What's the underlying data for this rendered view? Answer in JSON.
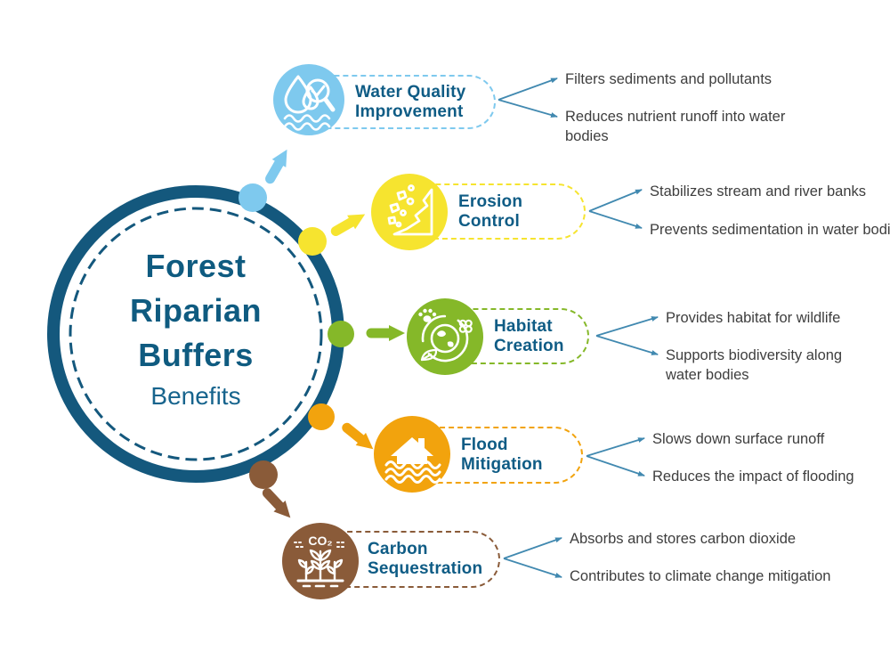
{
  "title": {
    "line1": "Forest",
    "line2": "Riparian",
    "line3": "Buffers",
    "subtitle": "Benefits"
  },
  "benefits": [
    {
      "name": "Water Quality Improvement",
      "label_line1": "Water Quality",
      "label_line2": "Improvement",
      "color": "#7EC9EE",
      "icon": "water-quality-icon",
      "points": [
        "Filters sediments and pollutants",
        "Reduces nutrient runoff into water bodies"
      ]
    },
    {
      "name": "Erosion Control",
      "label_line1": "Erosion",
      "label_line2": "Control",
      "color": "#F6E42F",
      "icon": "erosion-control-icon",
      "points": [
        "Stabilizes stream and river banks",
        "Prevents sedimentation in water bodies"
      ]
    },
    {
      "name": "Habitat Creation",
      "label_line1": "Habitat",
      "label_line2": "Creation",
      "color": "#85B829",
      "icon": "habitat-creation-icon",
      "points": [
        "Provides habitat for wildlife",
        "Supports biodiversity along water bodies"
      ]
    },
    {
      "name": "Flood Mitigation",
      "label_line1": "Flood",
      "label_line2": "Mitigation",
      "color": "#F2A30D",
      "icon": "flood-mitigation-icon",
      "points": [
        "Slows down surface runoff",
        "Reduces the impact of flooding"
      ]
    },
    {
      "name": "Carbon Sequestration",
      "label_line1": "Carbon",
      "label_line2": "Sequestration",
      "color": "#8A5B39",
      "icon": "carbon-sequestration-icon",
      "icon_text": "CO₂",
      "points": [
        "Absorbs and stores carbon dioxide",
        "Contributes to climate change mitigation"
      ]
    }
  ],
  "colors": {
    "ring": "#14587D",
    "title_text": "#0F5B80",
    "label_text": "#0F5C85",
    "connector": "#4189B0",
    "bullet_text": "#3E3E3E",
    "background": "#FFFFFF"
  }
}
